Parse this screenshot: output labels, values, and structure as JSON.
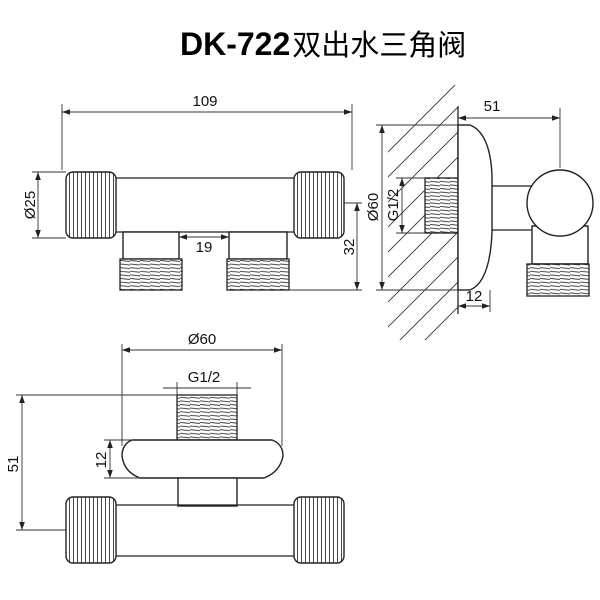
{
  "title": {
    "model": "DK-722",
    "name": "双出水三角阀"
  },
  "front_view": {
    "width": "109",
    "diameter": "Ø25",
    "outlet_spacing": "19",
    "outlet_drop": "32"
  },
  "side_view": {
    "depth": "51",
    "flange_diameter": "Ø60",
    "thread": "G1/2",
    "flange_thickness": "12"
  },
  "bottom_view": {
    "flange_diameter": "Ø60",
    "thread": "G1/2",
    "depth": "51",
    "flange_thickness": "12"
  }
}
